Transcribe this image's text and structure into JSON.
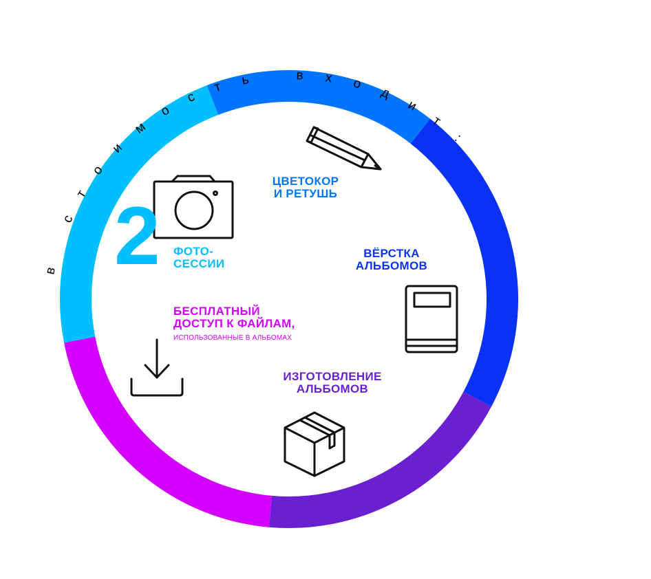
{
  "arc_heading": "в стоимость входит:",
  "ring": {
    "segments": [
      {
        "name": "ring-segment-cyan",
        "color": "#00BFFF"
      },
      {
        "name": "ring-segment-blue",
        "color": "#0075FF"
      },
      {
        "name": "ring-segment-royal",
        "color": "#0A32F5"
      },
      {
        "name": "ring-segment-violet",
        "color": "#6A1FD0"
      },
      {
        "name": "ring-segment-magenta",
        "color": "#D400FF"
      }
    ]
  },
  "items": {
    "photo": {
      "number": "2",
      "line1": "ФОТО-",
      "line2": "СЕССИИ",
      "color": "#00BFFF",
      "icon": "camera-icon"
    },
    "retouch": {
      "line1": "ЦВЕТОКОР",
      "line2": "И РЕТУШЬ",
      "color": "#0075FF",
      "icon": "pencil-icon"
    },
    "layout": {
      "line1": "ВЁРСТКА",
      "line2": "АЛЬБОМОВ",
      "color": "#0A32F5",
      "icon": "book-icon"
    },
    "production": {
      "line1": "ИЗГОТОВЛЕНИЕ",
      "line2": "АЛЬБОМОВ",
      "color": "#6A1FD0",
      "icon": "box-icon"
    },
    "files": {
      "line1": "БЕСПЛАТНЫЙ",
      "line2": "ДОСТУП К ФАЙЛАМ,",
      "note": "ИСПОЛЬЗОВАННЫЕ В АЛЬБОМАХ",
      "color": "#D400FF",
      "icon": "download-icon"
    }
  }
}
